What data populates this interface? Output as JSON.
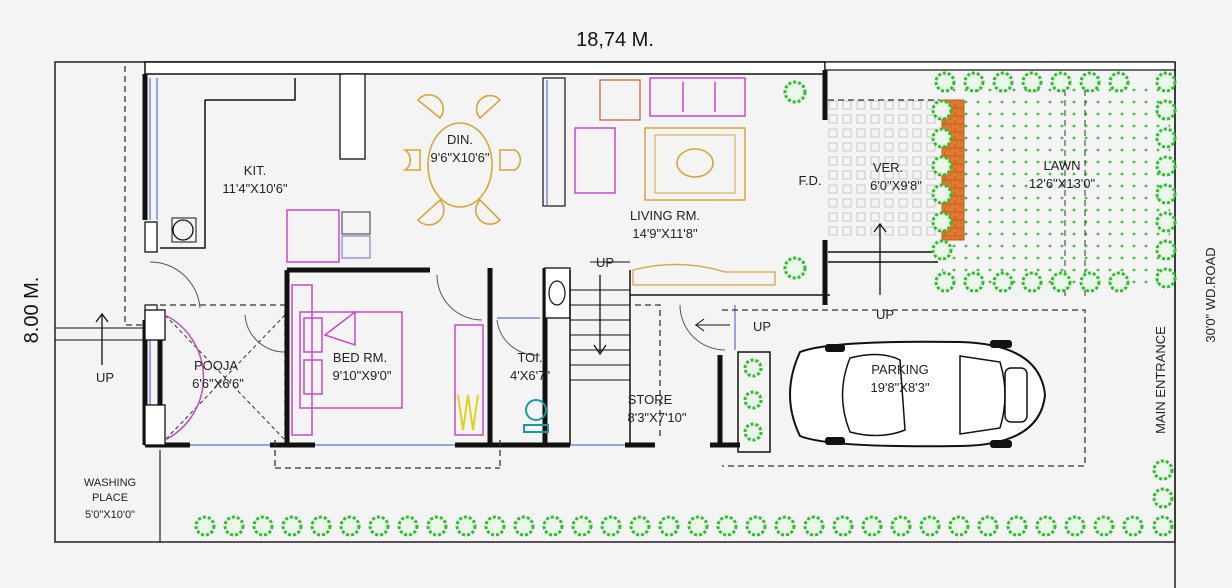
{
  "plot": {
    "width_label": "18,74 M.",
    "depth_label": "8.00 M.",
    "road_label": "30'0\" WD.ROAD",
    "main_entrance": "MAIN ENTRANCE"
  },
  "rooms": {
    "kitchen": {
      "name": "KIT.",
      "size": "11'4\"X10'6\""
    },
    "dining": {
      "name": "DIN.",
      "size": "9'6\"X10'6\""
    },
    "living": {
      "name": "LIVING RM.",
      "size": "14'9\"X11'8\""
    },
    "front_door": {
      "name": "F.D."
    },
    "verandah": {
      "name": "VER.",
      "size": "6'0\"X9'8\""
    },
    "lawn": {
      "name": "LAWN",
      "size": "12'6\"X13'0\""
    },
    "pooja": {
      "name": "POOJA",
      "size": "6'6\"X6'6\""
    },
    "bedroom": {
      "name": "BED RM.",
      "size": "9'10\"X9'0\""
    },
    "toilet": {
      "name": "TOI.",
      "size": "4'X6'7\""
    },
    "store": {
      "name": "STORE",
      "size": "8'3\"X7'10\""
    },
    "parking": {
      "name": "PARKING",
      "size": "19'8\"X8'3\""
    },
    "washing": {
      "name": "WASHING",
      "name2": "PLACE",
      "size": "5'0\"X10'0\""
    }
  },
  "arrows": {
    "up_left": "UP",
    "up_stair": "UP",
    "up_store": "UP",
    "up_parking": "UP"
  },
  "colors": {
    "wall": "#111111",
    "window": "#7a86d8",
    "furniture": "#c64bc6",
    "dining_furniture": "#d7a63a",
    "shrub": "#2fbf2f",
    "brick": "#e07830",
    "toilet_fixture": "#1a9a9a"
  }
}
